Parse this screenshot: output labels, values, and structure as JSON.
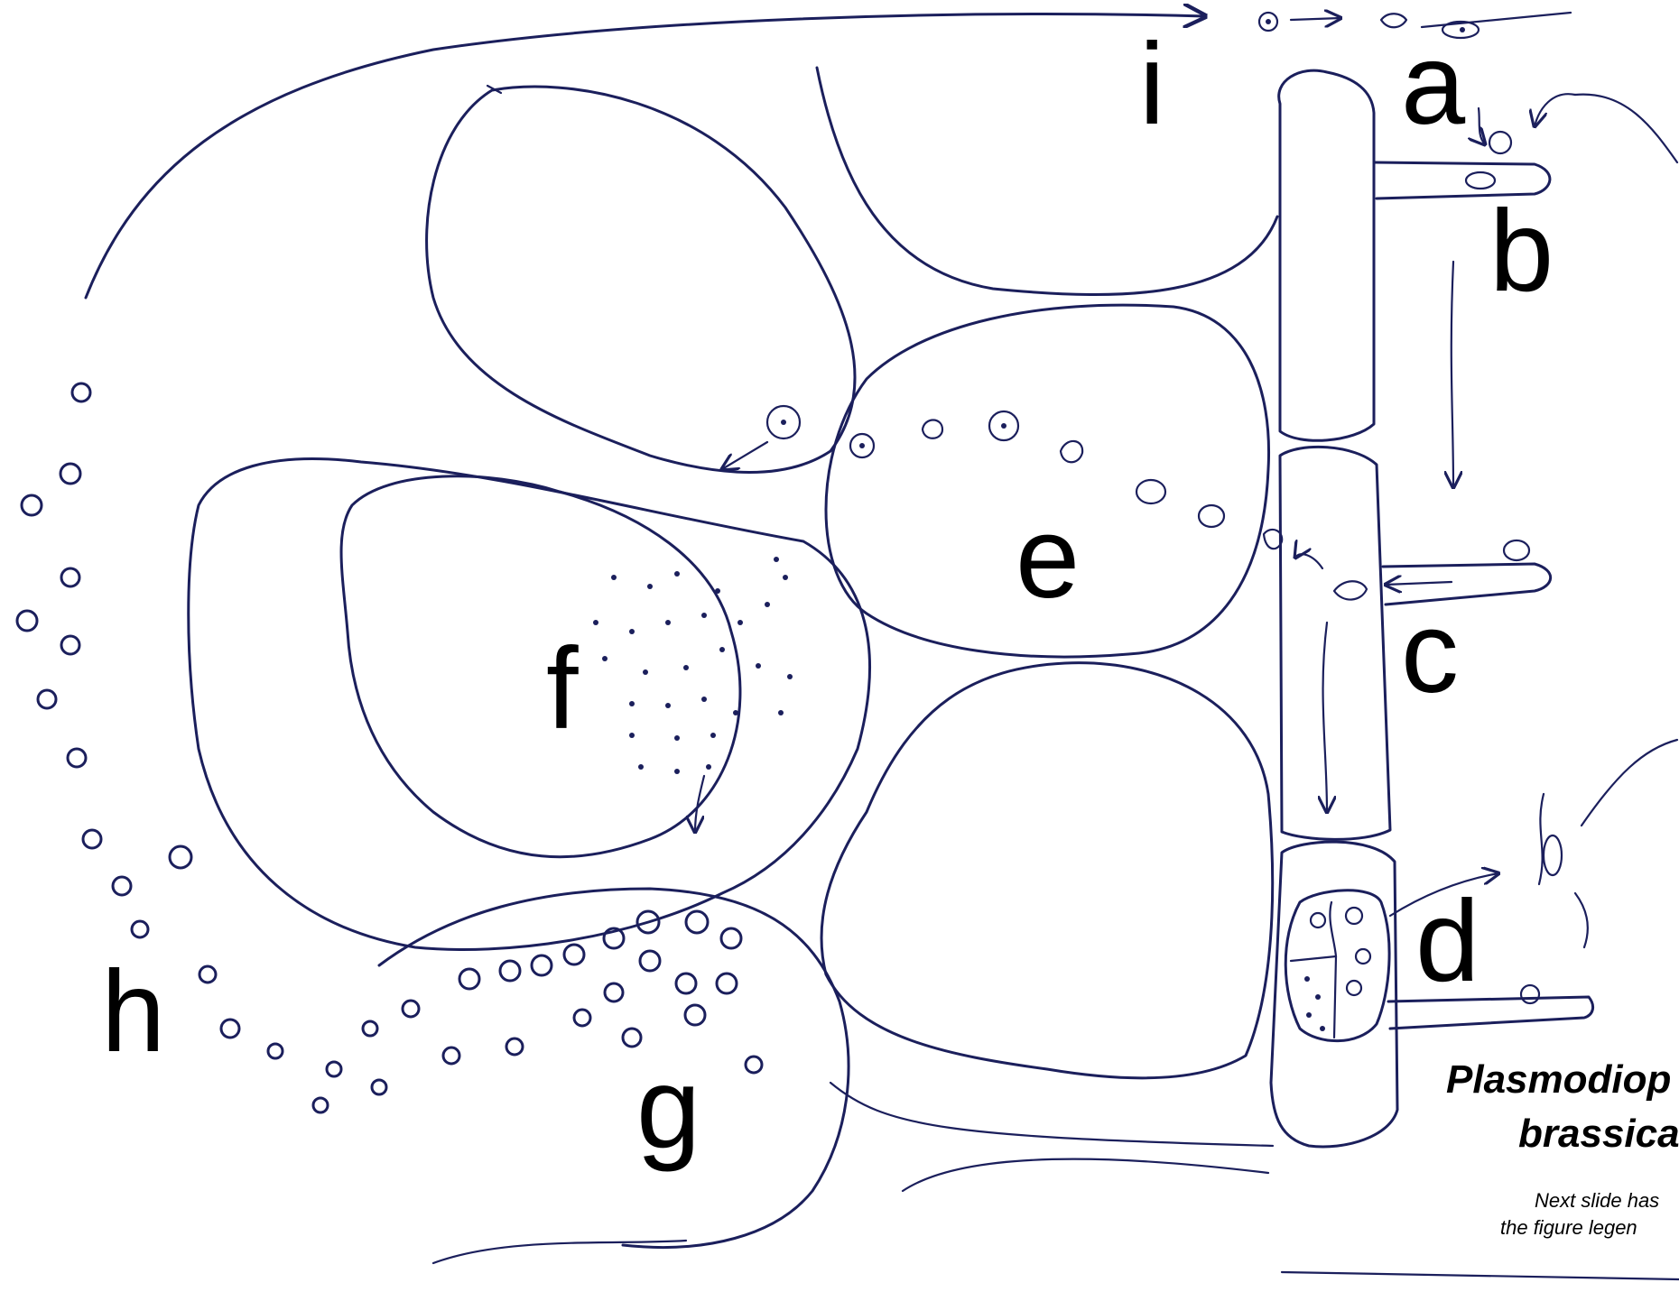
{
  "diagram": {
    "labels": {
      "a": "a",
      "b": "b",
      "c": "c",
      "d": "d",
      "e": "e",
      "f": "f",
      "g": "g",
      "h": "h",
      "i": "i"
    },
    "title_line1": "Plasmodiop",
    "title_line2": "brassica",
    "note_line1": "Next slide has",
    "note_line2": "the figure legen",
    "ink_color": "#1b1f5c"
  }
}
